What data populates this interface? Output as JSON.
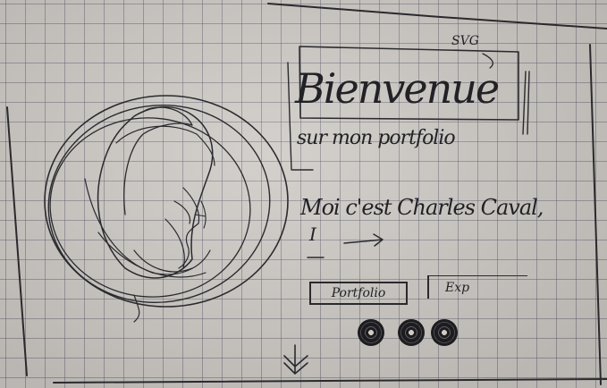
{
  "sketch": {
    "title": "Bienvenue",
    "subtitle": "sur mon portfolio",
    "svg_note": "SVG",
    "intro": "Moi c'est Charles Caval,",
    "intro_marker": "I",
    "buttons": {
      "portfolio": "Portfolio",
      "exp": "Exp"
    },
    "icons": {
      "portrait": "profile-photo-circle",
      "social": [
        "social-icon",
        "social-icon",
        "social-icon"
      ],
      "scroll": "double-chevron-down-icon",
      "typing_arrow": "arrow-right-icon"
    }
  }
}
